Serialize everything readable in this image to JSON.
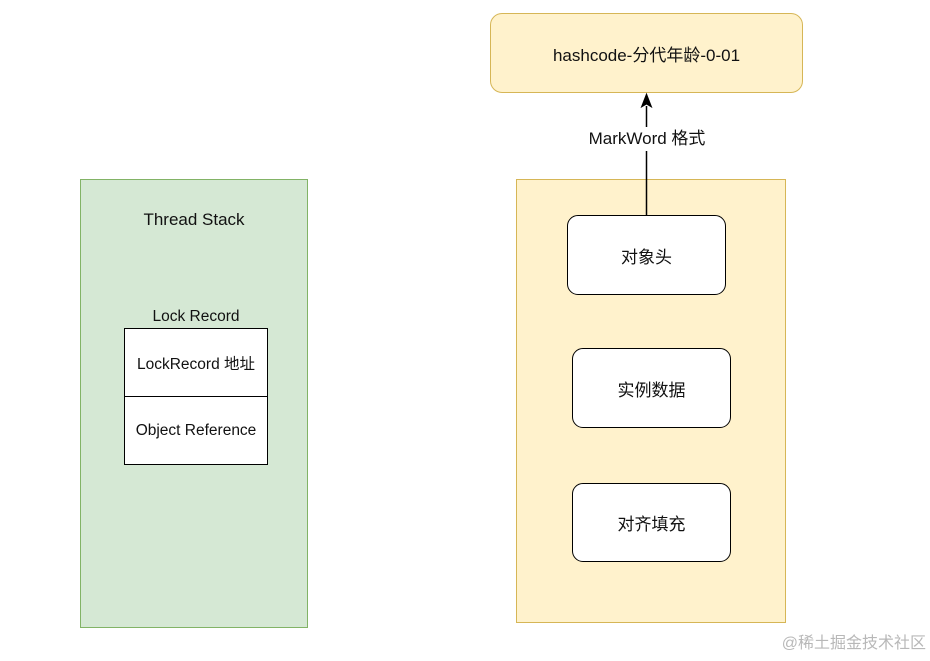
{
  "thread_stack": {
    "title": "Thread Stack",
    "lock_record_label": "Lock Record",
    "cells": [
      "LockRecord 地址",
      "Object Reference"
    ]
  },
  "object": {
    "header": "对象头",
    "instance_data": "实例数据",
    "padding": "对齐填充"
  },
  "markword": {
    "content": "hashcode-分代年龄-0-01",
    "edge_label": "MarkWord 格式"
  },
  "watermark": "@稀土掘金技术社区",
  "colors": {
    "green_fill": "#d5e8d4",
    "green_stroke": "#82b366",
    "yellow_fill": "#fff2cc",
    "yellow_stroke": "#d6b656"
  }
}
